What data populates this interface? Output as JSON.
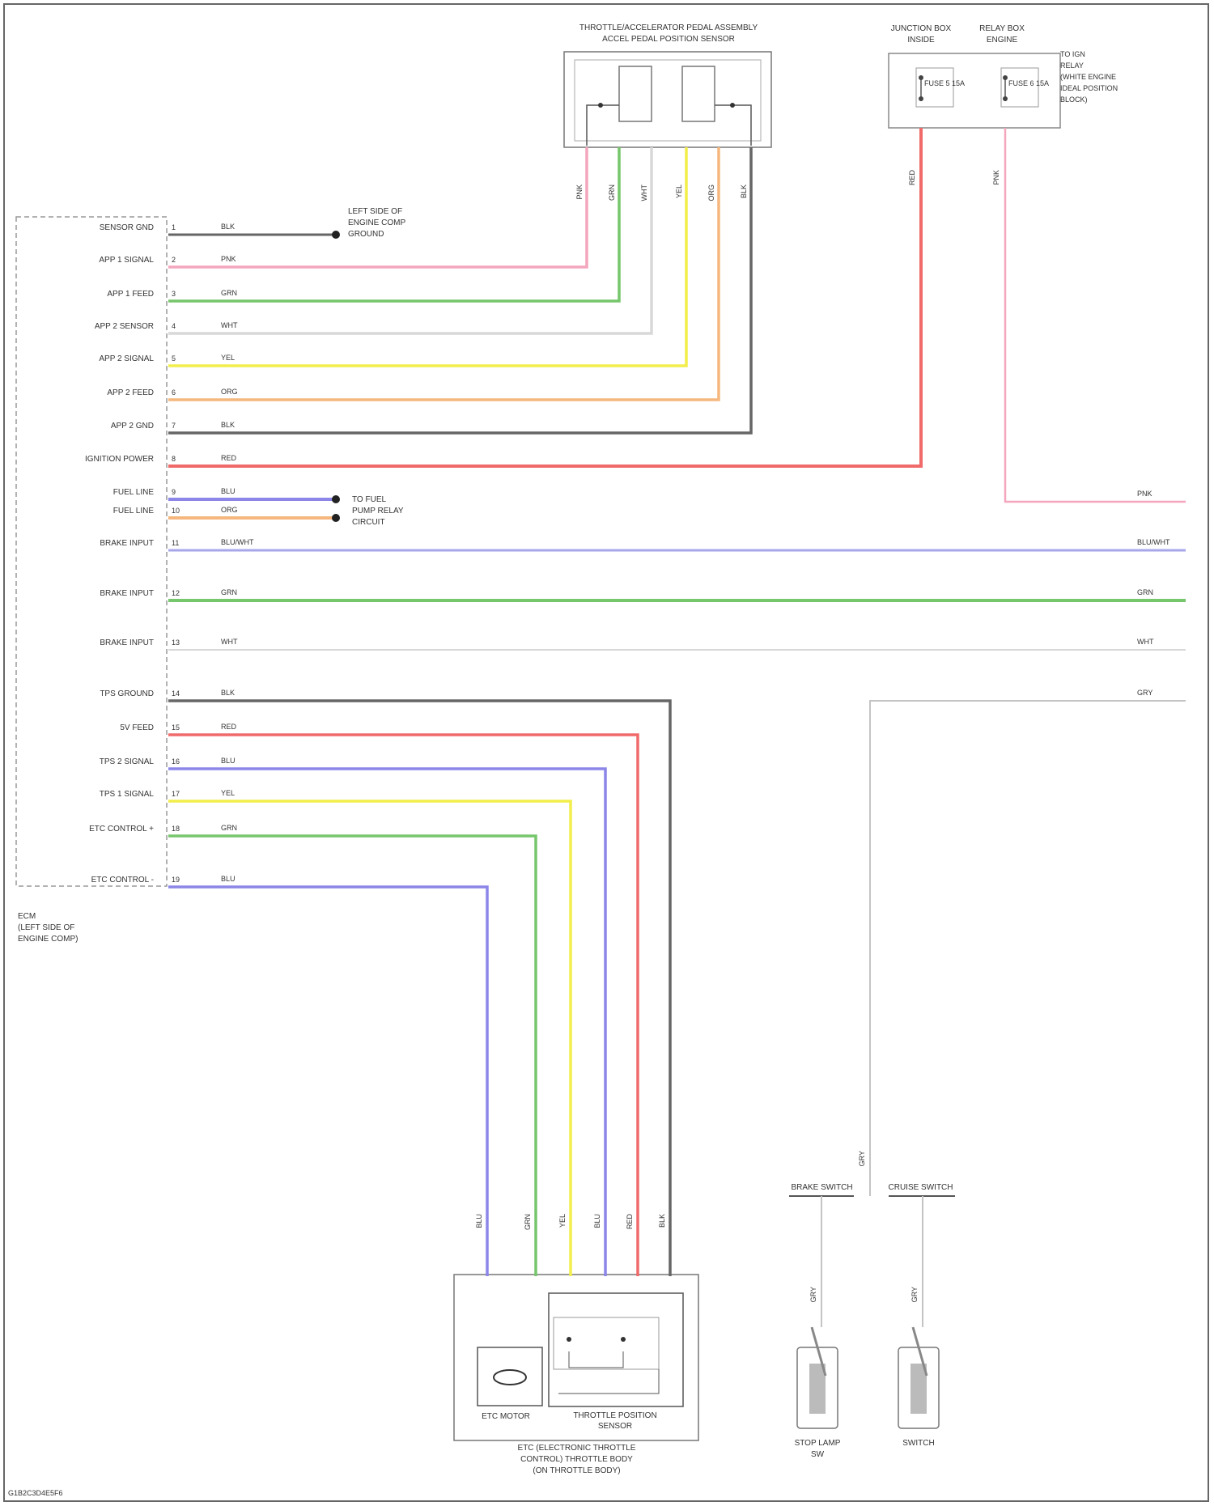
{
  "top_sensor": {
    "line1": "THROTTLE/ACCELERATOR PEDAL ASSEMBLY",
    "line2": "ACCEL PEDAL POSITION SENSOR"
  },
  "top_right": {
    "jb_label": "JUNCTION BOX",
    "jb_sub": "INSIDE",
    "fuse_left": "FUSE 5 15A",
    "relay_label": "RELAY BOX",
    "relay_sub": "ENGINE",
    "fuse_right": "FUSE 6 15A",
    "note": [
      "TO IGN",
      "RELAY",
      "(WHITE ENGINE",
      "IDEAL POSITION",
      "BLOCK)"
    ]
  },
  "ecm": {
    "line1": "ECM",
    "line2": "(LEFT SIDE OF",
    "line3": "ENGINE COMP)"
  },
  "left_pins": [
    {
      "name": "SENSOR GND",
      "num": "1",
      "color": "BLK"
    },
    {
      "name": "APP 1 SIGNAL",
      "num": "2",
      "color": "PNK"
    },
    {
      "name": "APP 1 FEED",
      "num": "3",
      "color": "GRN"
    },
    {
      "name": "APP 2 SENSOR",
      "num": "4",
      "color": "WHT"
    },
    {
      "name": "APP 2 SIGNAL",
      "num": "5",
      "color": "YEL"
    },
    {
      "name": "APP 2 FEED",
      "num": "6",
      "color": "ORG"
    },
    {
      "name": "APP 2 GND",
      "num": "7",
      "color": "BLK"
    },
    {
      "name": "IGNITION POWER",
      "num": "8",
      "color": "RED"
    },
    {
      "name": "FUEL LINE",
      "num": "9",
      "color": "BLU"
    },
    {
      "name": "FUEL LINE",
      "num": "10",
      "color": "ORG"
    },
    {
      "name": "BRAKE INPUT",
      "num": "11",
      "color": "BLU/WHT"
    },
    {
      "name": "BRAKE INPUT",
      "num": "12",
      "color": "GRN"
    },
    {
      "name": "BRAKE INPUT",
      "num": "13",
      "color": "WHT"
    },
    {
      "name": "TPS GROUND",
      "num": "14",
      "color": "BLK"
    },
    {
      "name": "5V FEED",
      "num": "15",
      "color": "RED"
    },
    {
      "name": "TPS 2 SIGNAL",
      "num": "16",
      "color": "BLU"
    },
    {
      "name": "TPS 1 SIGNAL",
      "num": "17",
      "color": "YEL"
    },
    {
      "name": "ETC CONTROL +",
      "num": "18",
      "color": "GRN"
    },
    {
      "name": "ETC CONTROL -",
      "num": "19",
      "color": "BLU"
    }
  ],
  "ground_note": {
    "line1": "LEFT SIDE OF",
    "line2": "ENGINE COMP",
    "line3": "GROUND"
  },
  "fuel_note": [
    "TO FUEL",
    "PUMP RELAY",
    "CIRCUIT"
  ],
  "right_colors": [
    "PNK",
    "BLU/WHT",
    "GRN",
    "WHT",
    "GRY"
  ],
  "pedal_wire_colors": [
    "PNK",
    "GRN",
    "WHT",
    "YEL",
    "ORG",
    "BLK"
  ],
  "jb_wire_colors": [
    "RED",
    "PNK"
  ],
  "throttle_wire_colors": [
    "BLU",
    "GRN",
    "YEL",
    "BLU",
    "RED",
    "BLK"
  ],
  "throttle_body": {
    "motor": "ETC MOTOR",
    "sensor_line1": "THROTTLE POSITION",
    "sensor_line2": "SENSOR",
    "line1": "ETC (ELECTRONIC THROTTLE",
    "line2": "CONTROL) THROTTLE BODY",
    "line3": "(ON THROTTLE BODY)"
  },
  "bottom_right": {
    "conn_left": "BRAKE SWITCH",
    "conn_right": "CRUISE SWITCH",
    "mid_wire": "GRY",
    "left_wire": "GRY",
    "right_wire": "GRY",
    "left_comp_line1": "STOP LAMP",
    "left_comp_line2": "SW",
    "right_comp": "SWITCH"
  },
  "footer": "G1B2C3D4E5F6"
}
